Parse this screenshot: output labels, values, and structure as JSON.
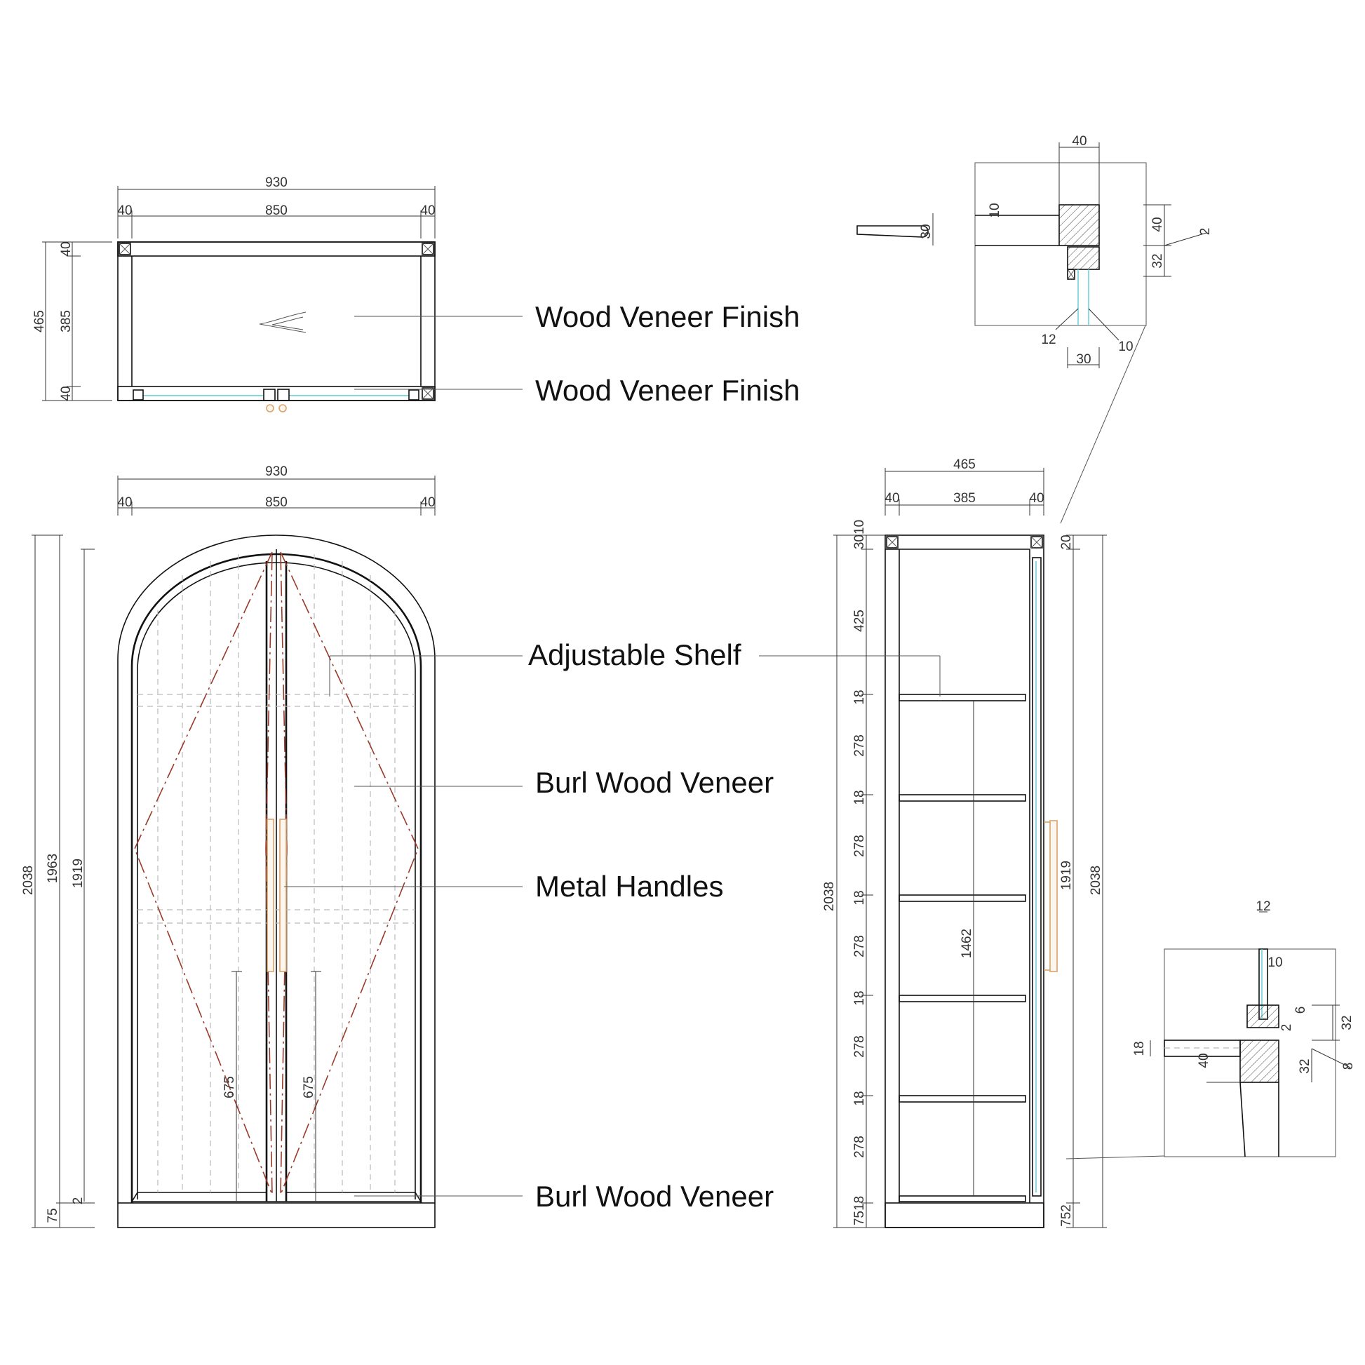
{
  "colors": {
    "line": "#111111",
    "pattern_diamond": "#9a3b2a",
    "handle": "#d9a46b",
    "glass": "#5ccbd2"
  },
  "labels": {
    "plan_top": "Wood Veneer Finish",
    "plan_bottom": "Wood Veneer Finish",
    "shelf": "Adjustable Shelf",
    "burl_upper": "Burl Wood Veneer",
    "handles": "Metal Handles",
    "burl_lower": "Burl Wood Veneer"
  },
  "plan_view": {
    "overall_width": "930",
    "side_left": "40",
    "inner_width": "850",
    "side_right": "40",
    "overall_depth": "465",
    "top_panel": "40",
    "inner_depth": "385",
    "bottom_panel": "40"
  },
  "front_elevation": {
    "overall_width": "930",
    "side_left": "40",
    "inner_width": "850",
    "side_right": "40",
    "overall_height": "2038",
    "body_height": "1963",
    "door_height": "1919",
    "plinth": "75",
    "gap": "2",
    "diag_left": "675",
    "diag_right": "675"
  },
  "side_elevation": {
    "overall_depth": "465",
    "side_left": "40",
    "inner_depth": "385",
    "side_right": "40",
    "top_stack": "3010",
    "top_right": "20",
    "top_compartment": "425",
    "shelf_thickness": [
      "18",
      "18",
      "18",
      "18",
      "18"
    ],
    "compartments": [
      "278",
      "278",
      "278",
      "278",
      "278"
    ],
    "overall_height": "2038",
    "interior_height": "1462",
    "door_height": "1919",
    "overall_height_right": "2038",
    "bottom_left": "7518",
    "bottom_right": "752"
  },
  "detail_top": {
    "width": "40",
    "gap_left": "10",
    "handle_size": "30",
    "height_upper": "40",
    "height_lower": "32",
    "offset": "2",
    "glass": "12",
    "glass_gap": "10",
    "bottom_width": "30"
  },
  "detail_bottom": {
    "glass": "12",
    "gap": "10",
    "step": "6",
    "height": "32",
    "offset": "2",
    "shelf": "18",
    "depth": "40",
    "lower": "32",
    "tip": "8"
  }
}
